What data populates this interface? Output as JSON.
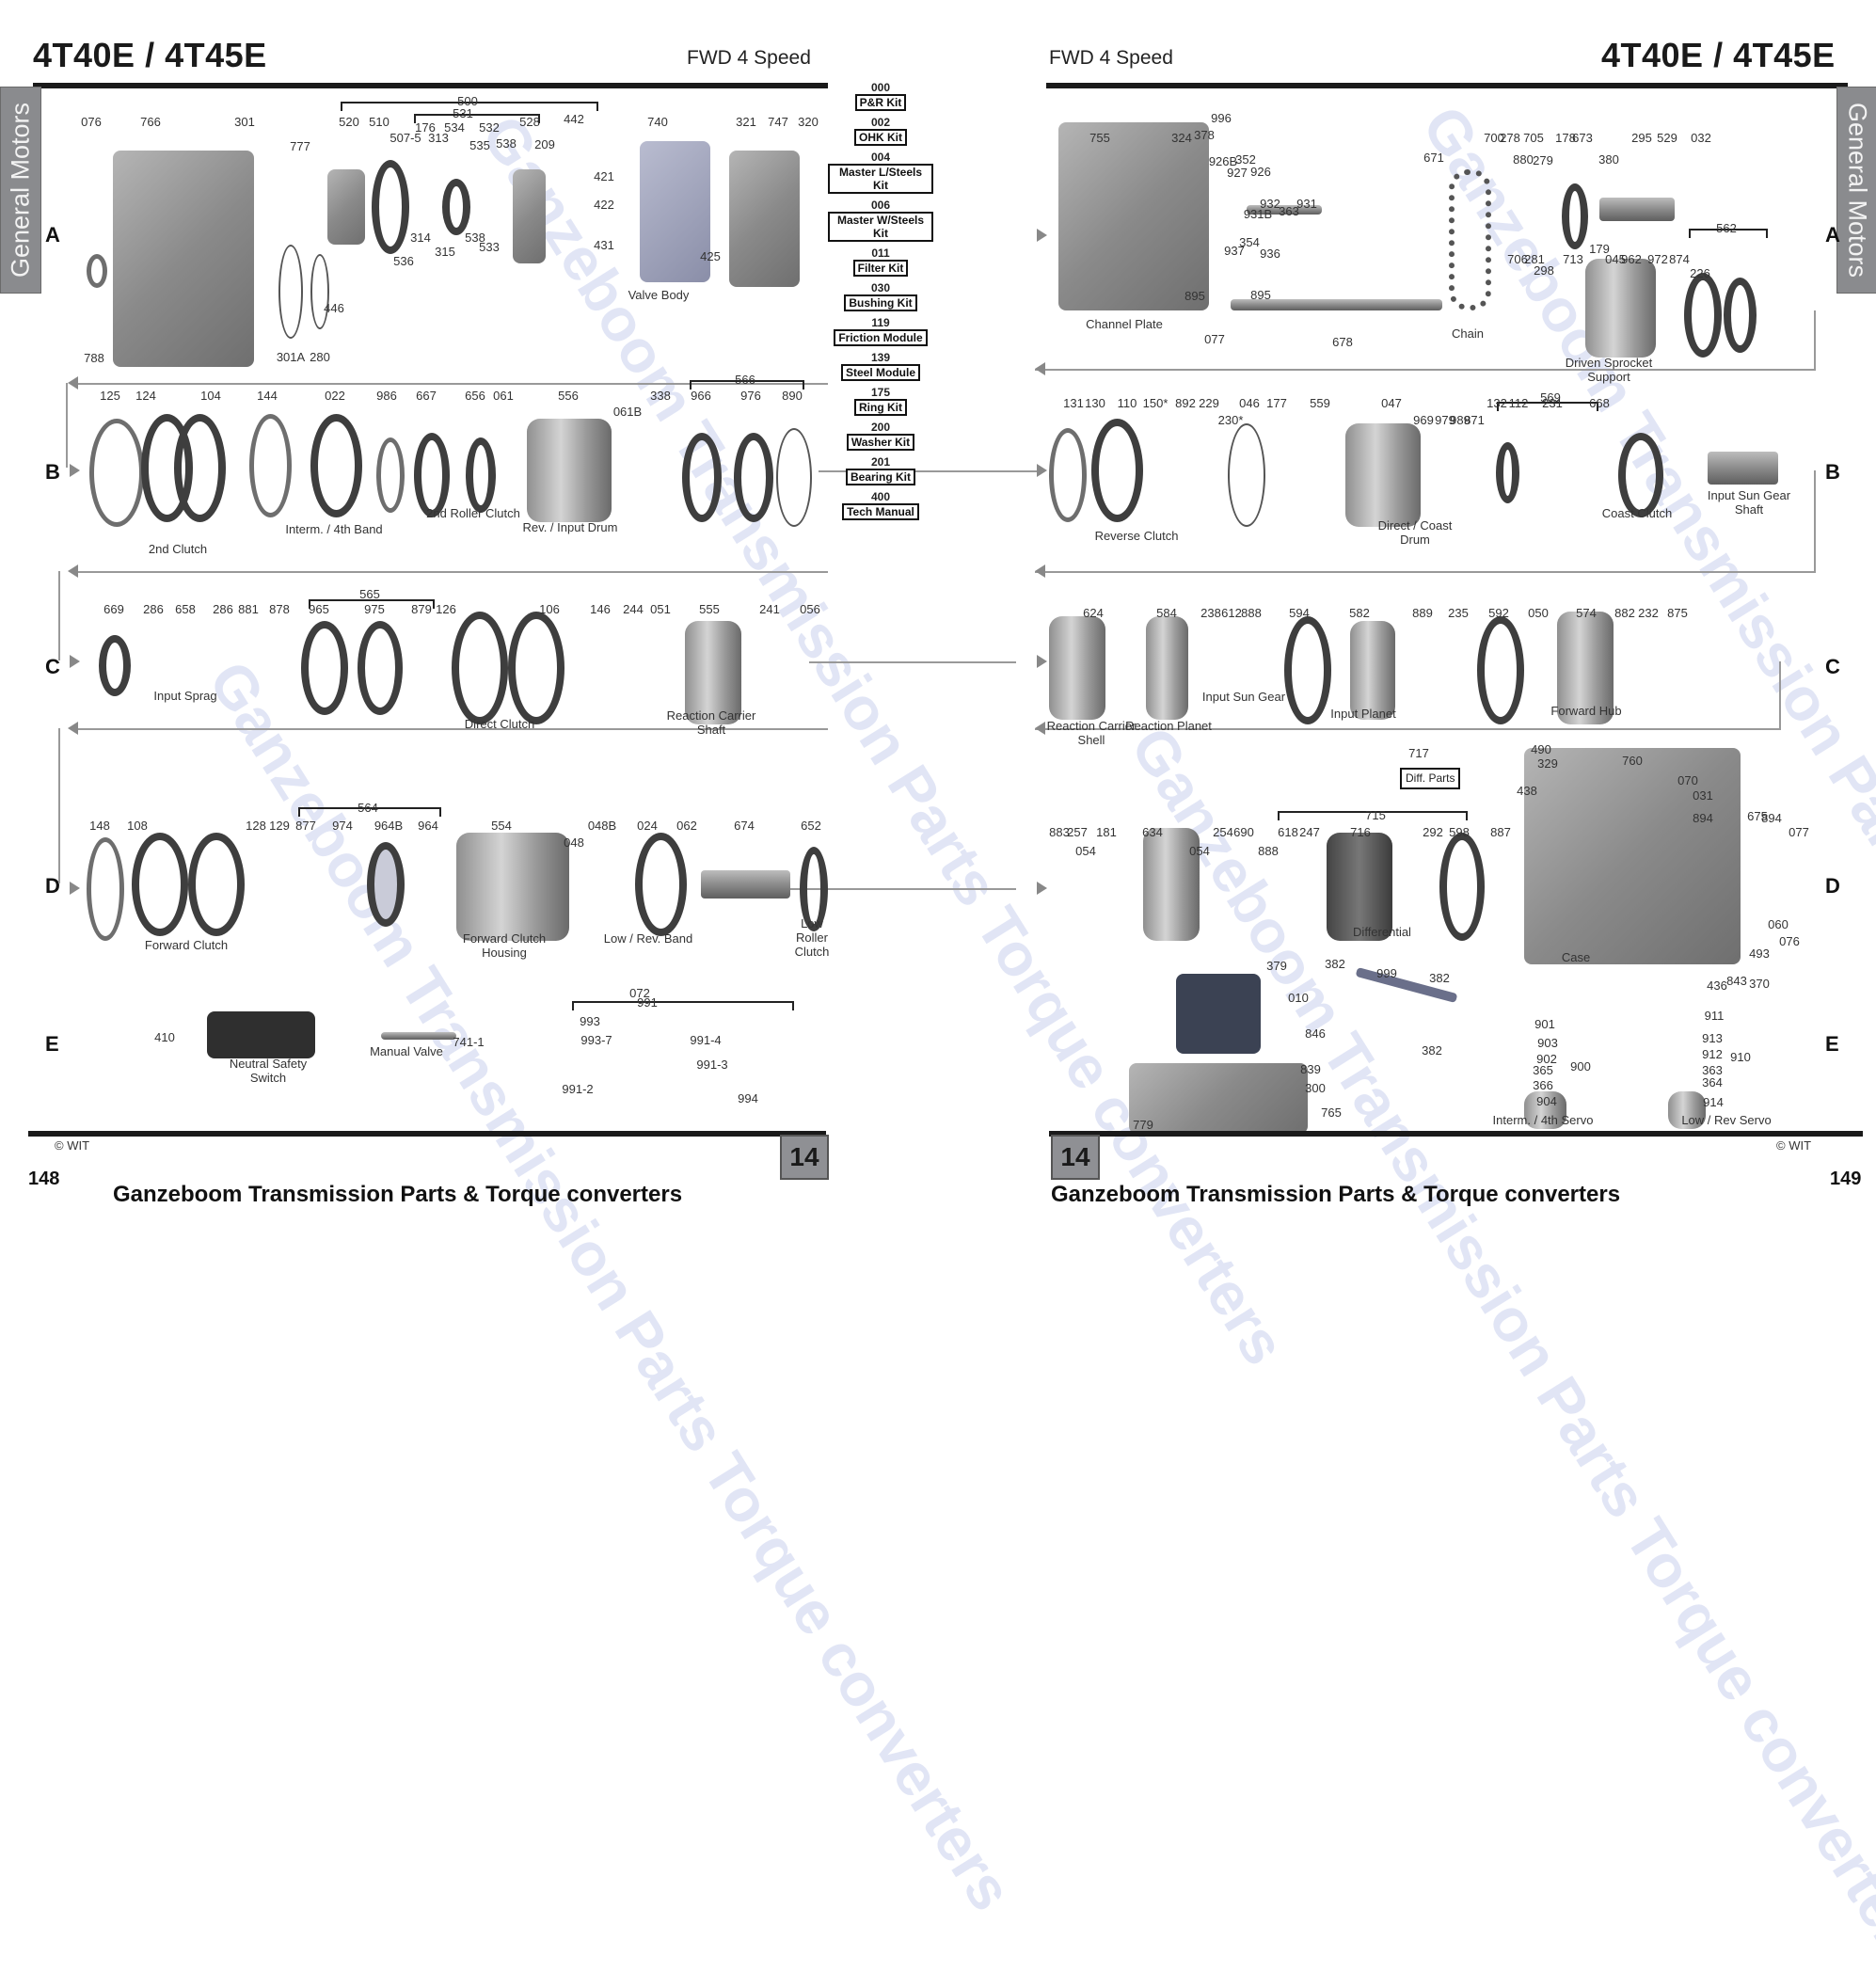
{
  "spread": {
    "left": {
      "title": "4T40E / 4T45E",
      "subtitle": "FWD 4 Speed",
      "side_tab": "General Motors",
      "copyright": "© WIT",
      "page_number": "148",
      "chapter": "14",
      "footer": "Ganzeboom Transmission Parts & Torque converters"
    },
    "right": {
      "title": "4T40E / 4T45E",
      "subtitle": "FWD 4 Speed",
      "side_tab": "General Motors",
      "copyright": "© WIT",
      "page_number": "149",
      "chapter": "14",
      "footer": "Ganzeboom Transmission Parts & Torque converters"
    }
  },
  "row_letters": [
    "A",
    "B",
    "C",
    "D",
    "E"
  ],
  "kits": [
    {
      "num": "000",
      "name": "P&R Kit"
    },
    {
      "num": "002",
      "name": "OHK Kit"
    },
    {
      "num": "004",
      "name": "Master L/Steels Kit"
    },
    {
      "num": "006",
      "name": "Master W/Steels Kit"
    },
    {
      "num": "011",
      "name": "Filter Kit"
    },
    {
      "num": "030",
      "name": "Bushing Kit"
    },
    {
      "num": "119",
      "name": "Friction Module"
    },
    {
      "num": "139",
      "name": "Steel Module"
    },
    {
      "num": "175",
      "name": "Ring Kit"
    },
    {
      "num": "200",
      "name": "Washer Kit"
    },
    {
      "num": "201",
      "name": "Bearing Kit"
    },
    {
      "num": "400",
      "name": "Tech Manual"
    }
  ],
  "callouts": {
    "left_A": [
      "076",
      "766",
      "301",
      "777",
      "520",
      "510",
      "507-5",
      "176",
      "313",
      "534",
      "532",
      "538",
      "535",
      "528",
      "209",
      "442",
      "421",
      "422",
      "431",
      "740",
      "425",
      "321",
      "747",
      "320",
      "314",
      "315",
      "538",
      "533",
      "536",
      "446",
      "301A",
      "280",
      "788"
    ],
    "left_A_brackets": [
      "500",
      "531"
    ],
    "left_B": [
      "125",
      "124",
      "104",
      "144",
      "022",
      "986",
      "667",
      "656",
      "061",
      "556",
      "061B",
      "338",
      "966",
      "976",
      "890"
    ],
    "left_B_brackets": [
      "566"
    ],
    "left_C": [
      "669",
      "286",
      "658",
      "286",
      "881",
      "878",
      "965",
      "975",
      "879",
      "126",
      "106",
      "146",
      "244",
      "051",
      "555",
      "241",
      "056"
    ],
    "left_C_brackets": [
      "565"
    ],
    "left_D": [
      "148",
      "108",
      "128",
      "129",
      "877",
      "974",
      "964B",
      "964",
      "554",
      "048",
      "048B",
      "024",
      "062",
      "674",
      "652"
    ],
    "left_D_brackets": [
      "564"
    ],
    "left_E": [
      "410",
      "741-1",
      "072",
      "993",
      "993-7",
      "991-4",
      "991-3",
      "991-2",
      "994"
    ],
    "left_E_brackets": [
      "991"
    ],
    "right_A": [
      "996",
      "378",
      "755",
      "324",
      "926B",
      "352",
      "927",
      "926",
      "931B",
      "932",
      "363",
      "931",
      "937",
      "354",
      "936",
      "895",
      "671",
      "895",
      "077",
      "678",
      "700",
      "278",
      "880",
      "705",
      "279",
      "178",
      "673",
      "380",
      "295",
      "529",
      "032",
      "706",
      "281",
      "298",
      "713",
      "179",
      "045",
      "962",
      "972",
      "874",
      "226"
    ],
    "right_A_brackets": [
      "562"
    ],
    "right_B": [
      "131",
      "130",
      "110",
      "150*",
      "892",
      "229",
      "230*",
      "046",
      "177",
      "559",
      "047",
      "969",
      "979",
      "989",
      "871",
      "132",
      "112",
      "231",
      "668"
    ],
    "right_B_brackets": [
      "569"
    ],
    "right_C": [
      "624",
      "584",
      "238",
      "612",
      "888",
      "594",
      "582",
      "889",
      "235",
      "592",
      "050",
      "574",
      "882",
      "232",
      "875"
    ],
    "right_D": [
      "490",
      "329",
      "438",
      "760",
      "070",
      "031",
      "894",
      "894",
      "675",
      "077",
      "883",
      "257",
      "181",
      "054",
      "634",
      "054",
      "254",
      "690",
      "888",
      "618",
      "247",
      "716",
      "292",
      "598",
      "887",
      "060",
      "076",
      "493"
    ],
    "right_D_brackets": [
      "715"
    ],
    "right_D_box": {
      "num": "717",
      "label": "Diff. Parts"
    },
    "right_E": [
      "379",
      "010",
      "846",
      "839",
      "300",
      "765",
      "779",
      "382",
      "999",
      "382",
      "382",
      "843",
      "436",
      "370",
      "901",
      "903",
      "902",
      "365",
      "366",
      "904",
      "911",
      "913",
      "912",
      "363",
      "364",
      "914"
    ],
    "right_E_brackets": [
      "900",
      "910"
    ]
  },
  "group_labels": {
    "left": [
      "Valve Body",
      "2nd Clutch",
      "Interm. / 4th Band",
      "2nd Roller Clutch",
      "Rev. / Input Drum",
      "Input Sprag",
      "Direct Clutch",
      "Reaction Carrier Shaft",
      "Forward Clutch",
      "Forward Clutch Housing",
      "Low / Rev. Band",
      "Low Roller Clutch",
      "Neutral Safety Switch",
      "Manual Valve"
    ],
    "right": [
      "Channel Plate",
      "Chain",
      "Driven Sprocket Support",
      "Reverse Clutch",
      "Direct / Coast Drum",
      "Coast Clutch",
      "Input Sun Gear Shaft",
      "Reaction Carrier Shell",
      "Reaction Planet",
      "Input Sun Gear",
      "Input Planet",
      "Forward Hub",
      "Differential",
      "Case",
      "Interm. / 4th Servo",
      "Low / Rev Servo"
    ]
  },
  "watermark": "Ganzeboom Transmission Parts Torque converters",
  "colors": {
    "rule": "#1a1a1a",
    "side_tab": "#8a8b8e",
    "chapter_box": "#8f9094",
    "flow_line": "#999999",
    "watermark": "#c9d1ee"
  }
}
